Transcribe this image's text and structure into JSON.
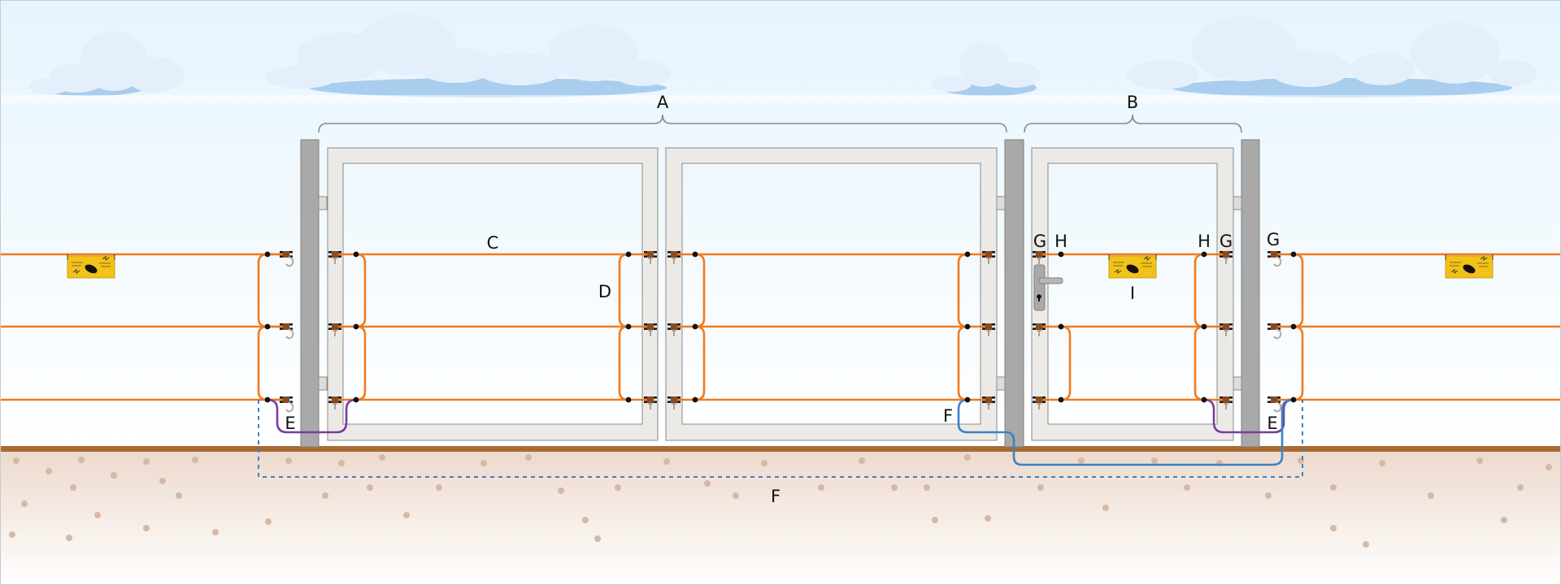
{
  "labels": {
    "gate_double": "A",
    "gate_single": "B",
    "wire_on_gate": "C",
    "jumper_gate": "D",
    "connection_left": "E",
    "connection_right": "E",
    "underground_inner": "F",
    "underground_outer": "F",
    "insulator_left": "G",
    "insulator_mid": "G",
    "insulator_right": "G",
    "hook_left": "H",
    "hook_right": "H",
    "warning_sign": "I"
  },
  "colors": {
    "sky_top": "#e6f4fd",
    "cloud": "#e3f0fb",
    "cloud_shadow": "#a9cdef",
    "post": "#a9a9a9",
    "gate_frame": "#eceae7",
    "wire": "#f07b1e",
    "jumper_purple": "#7a3d9e",
    "cable_blue": "#3d82c4",
    "ground": "#ecd9cc",
    "ground_line": "#a86a33",
    "sign": "#f2c21b",
    "dot": "#111111"
  },
  "icons": [
    "warning-sign-icon",
    "door-handle-icon",
    "insulator-icon"
  ]
}
